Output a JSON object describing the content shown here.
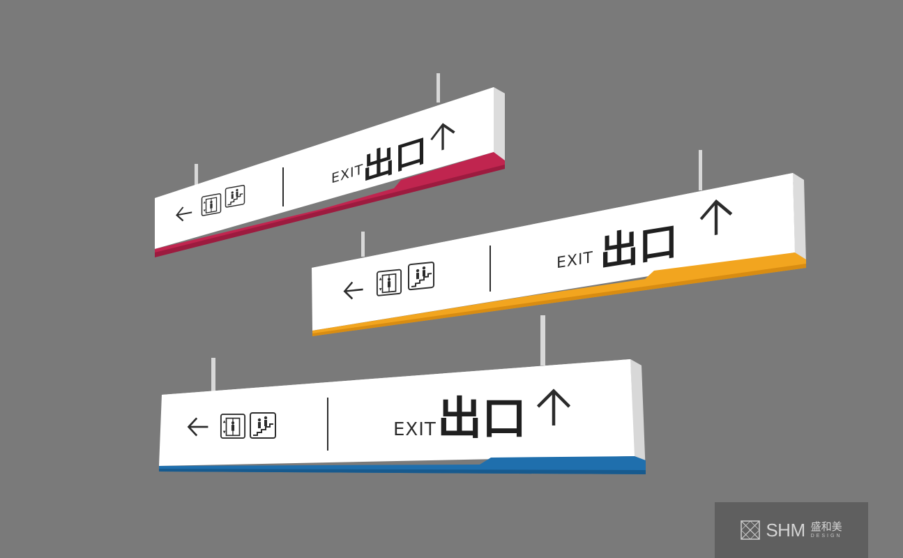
{
  "scene": {
    "background_color": "#7a7a7a"
  },
  "signs": [
    {
      "id": "top",
      "accent_color": "#c0254f",
      "exit_label": "EXIT",
      "cn_label": "出口",
      "left_arrow_icon": "arrow-left-icon",
      "up_arrow_icon": "arrow-up-icon",
      "icons": [
        "elevator-icon",
        "stairs-icon"
      ]
    },
    {
      "id": "middle",
      "accent_color": "#f2a51f",
      "exit_label": "EXIT",
      "cn_label": "出口",
      "left_arrow_icon": "arrow-left-icon",
      "up_arrow_icon": "arrow-up-icon",
      "icons": [
        "elevator-icon",
        "stairs-icon"
      ]
    },
    {
      "id": "bottom",
      "accent_color": "#1f6fad",
      "exit_label": "EXIT",
      "cn_label": "出口",
      "left_arrow_icon": "arrow-left-icon",
      "up_arrow_icon": "arrow-up-icon",
      "icons": [
        "elevator-icon",
        "stairs-icon"
      ]
    }
  ],
  "watermark": {
    "brand": "SHM",
    "brand_cn": "盛和美",
    "sub": "DESIGN",
    "logo_icon": "shm-logo-icon"
  }
}
